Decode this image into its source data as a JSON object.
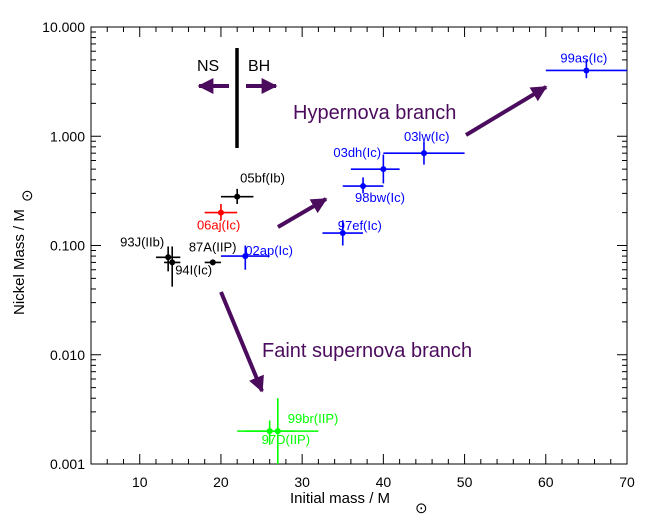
{
  "chart_data": {
    "type": "scatter",
    "title": "",
    "xlabel": "Initial mass / M",
    "xlabel_sub": "⊙",
    "ylabel": "Nickel Mass / M",
    "ylabel_sub": "⊙",
    "xlim": [
      4,
      70
    ],
    "ylim": [
      0.001,
      10
    ],
    "yscale": "log",
    "x_ticks": [
      10,
      20,
      30,
      40,
      50,
      60,
      70
    ],
    "x_tick_labels": [
      "10",
      "20",
      "30",
      "40",
      "50",
      "60",
      "70"
    ],
    "y_ticks": [
      0.001,
      0.01,
      0.1,
      1,
      10
    ],
    "y_tick_labels": [
      "0.001",
      "0.010",
      "0.100",
      "1.000",
      "10.000"
    ],
    "grid": false,
    "points": [
      {
        "label": "99as(Ic)",
        "x": 65,
        "y": 4.0,
        "xerr": [
          5,
          5
        ],
        "yerr": [
          3.4,
          5.0
        ],
        "color": "#0000ff"
      },
      {
        "label": "03lw(Ic)",
        "x": 45,
        "y": 0.7,
        "xerr": [
          5,
          5
        ],
        "yerr": [
          0.55,
          0.9
        ],
        "color": "#0000ff"
      },
      {
        "label": "03dh(Ic)",
        "x": 40,
        "y": 0.5,
        "xerr": [
          4,
          2
        ],
        "yerr": [
          0.37,
          0.68
        ],
        "color": "#0000ff"
      },
      {
        "label": "98bw(Ic)",
        "x": 37.5,
        "y": 0.35,
        "xerr": [
          2.5,
          2.5
        ],
        "yerr": [
          0.3,
          0.42
        ],
        "color": "#0000ff"
      },
      {
        "label": "97ef(Ic)",
        "x": 35,
        "y": 0.13,
        "xerr": [
          2.5,
          2.5
        ],
        "yerr": [
          0.1,
          0.17
        ],
        "color": "#0000ff"
      },
      {
        "label": "02ap(Ic)",
        "x": 23,
        "y": 0.08,
        "xerr": [
          3,
          3
        ],
        "yerr": [
          0.06,
          0.1
        ],
        "color": "#0000ff"
      },
      {
        "label": "06aj(Ic)",
        "x": 20,
        "y": 0.2,
        "xerr": [
          2,
          2
        ],
        "yerr": [
          0.17,
          0.24
        ],
        "color": "#ff0000"
      },
      {
        "label": "05bf(Ib)",
        "x": 22,
        "y": 0.28,
        "xerr": [
          2,
          2
        ],
        "yerr": [
          0.24,
          0.33
        ],
        "color": "#000000"
      },
      {
        "label": "87A(IIP)",
        "x": 19,
        "y": 0.07,
        "xerr": [
          1,
          1
        ],
        "yerr": [
          0.07,
          0.07
        ],
        "color": "#000000"
      },
      {
        "label": "93J(IIb)",
        "x": 13.5,
        "y": 0.078,
        "xerr": [
          1.5,
          1.5
        ],
        "yerr": [
          0.058,
          0.098
        ],
        "color": "#000000"
      },
      {
        "label": "94I(Ic)",
        "x": 14,
        "y": 0.07,
        "xerr": [
          1,
          1
        ],
        "yerr": [
          0.042,
          0.098
        ],
        "color": "#000000"
      },
      {
        "label": "99br(IIP)",
        "x": 27,
        "y": 0.002,
        "xerr": [
          5,
          5
        ],
        "yerr": [
          0.001,
          0.004
        ],
        "color": "#00ff00"
      },
      {
        "label": "97D(IIP)",
        "x": 26,
        "y": 0.002,
        "xerr": [
          3,
          3
        ],
        "yerr": [
          0.0015,
          0.0025
        ],
        "color": "#00ff00"
      }
    ],
    "annotations": {
      "ns_label": "NS",
      "bh_label": "BH",
      "hypernova_label": "Hypernova branch",
      "faint_label": "Faint supernova branch",
      "arrow_color": "#4b0c5e"
    }
  }
}
